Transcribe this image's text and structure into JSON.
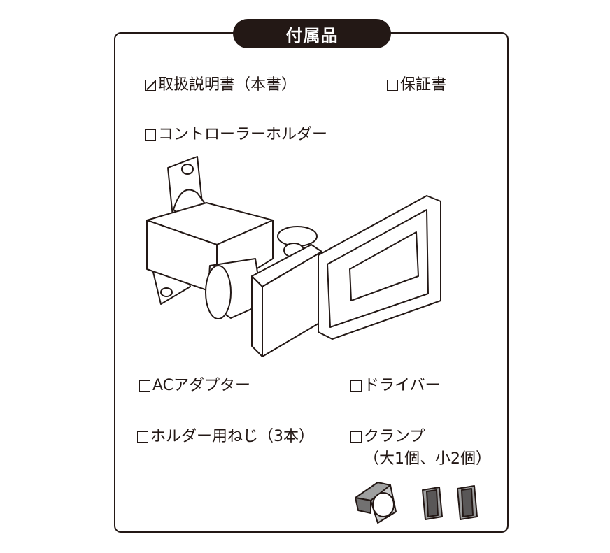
{
  "title": "付属品",
  "items": [
    {
      "label": "取扱説明書（本書）",
      "checked": true
    },
    {
      "label": "保証書",
      "checked": false
    },
    {
      "label": "コントローラーホルダー",
      "checked": false
    },
    {
      "label": "ACアダプター",
      "checked": false
    },
    {
      "label": "ドライバー",
      "checked": false
    },
    {
      "label": "ホルダー用ねじ（3本）",
      "checked": false
    },
    {
      "label": "クランプ",
      "checked": false,
      "note": "（大1個、小2個）"
    }
  ],
  "icons": [
    "controller-holder-illustration",
    "clamp-large-icon",
    "clamp-small-icon"
  ]
}
